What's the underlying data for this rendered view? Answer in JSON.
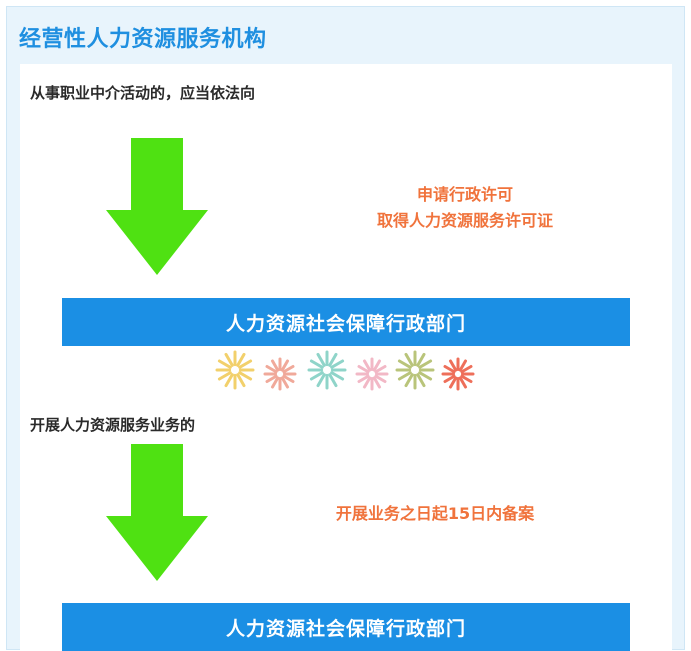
{
  "title": "经营性人力资源服务机构",
  "sections": [
    {
      "label": "从事职业中介活动的，应当依法向",
      "note_lines": [
        "申请行政许可",
        "取得人力资源服务许可证"
      ],
      "bar_label": "人力资源社会保障行政部门"
    },
    {
      "label": "开展人力资源服务业务的",
      "note_lines": [
        "开展业务之日起15日内备案"
      ],
      "bar_label": "人力资源社会保障行政部门"
    }
  ],
  "colors": {
    "title": "#1f8fe0",
    "arrow": "#4fe112",
    "bar": "#1b8fe4",
    "note": "#f0733c",
    "flowers": [
      "#f2d06b",
      "#f0a99a",
      "#8fd4c9",
      "#f2b8c6",
      "#b9c47a",
      "#ee6f5a"
    ]
  },
  "icons": [
    "down-arrow-icon",
    "flower-icon"
  ]
}
